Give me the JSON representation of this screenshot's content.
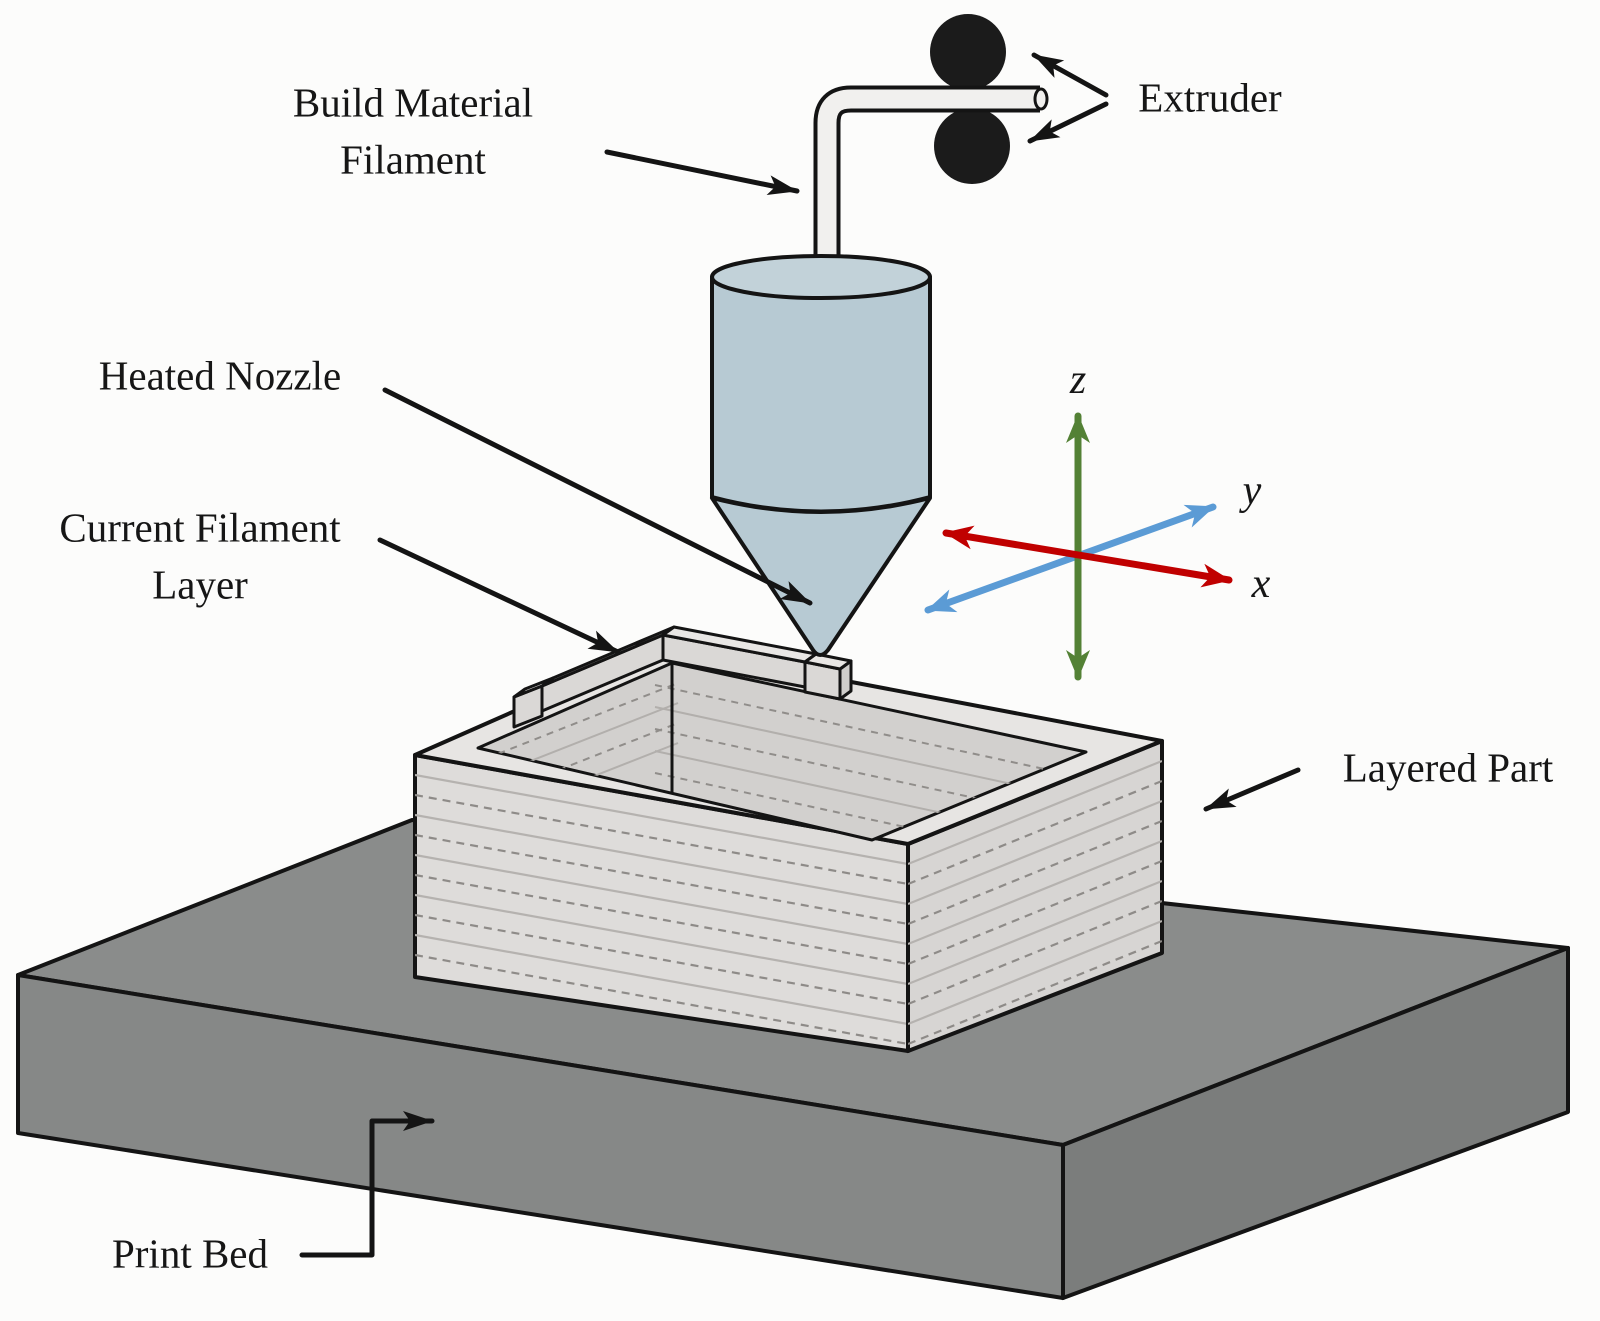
{
  "diagram": {
    "title_hint": "Fused deposition modeling 3D printing schematic",
    "labels": {
      "build_material_line1": "Build Material",
      "build_material_line2": "Filament",
      "extruder": "Extruder",
      "heated_nozzle": "Heated Nozzle",
      "current_layer_line1": "Current Filament",
      "current_layer_line2": "Layer",
      "layered_part": "Layered Part",
      "print_bed": "Print Bed"
    },
    "axes": {
      "x_label": "x",
      "y_label": "y",
      "z_label": "z",
      "x_color": "#c00000",
      "y_color": "#5b9bd5",
      "z_color": "#538135"
    },
    "colors": {
      "outline": "#141414",
      "background": "#fcfcfb",
      "nozzle_fill": "#b7cad3",
      "nozzle_top_fill": "#c2d2d9",
      "filament_tube_fill": "#f1f0ee",
      "roller_fill": "#1b1b1b",
      "part_face": "#dedcda",
      "part_face_right": "#d7d5d3",
      "part_top": "#e7e5e3",
      "part_interior": "#d2d0ce",
      "layer_wall_top": "#e9e7e5",
      "layer_wall_front": "#dad8d6",
      "layer_wall_side": "#cfcdcb",
      "bed_top": "#8a8c8b",
      "bed_front": "#868887",
      "bed_right": "#7b7d7c"
    }
  }
}
